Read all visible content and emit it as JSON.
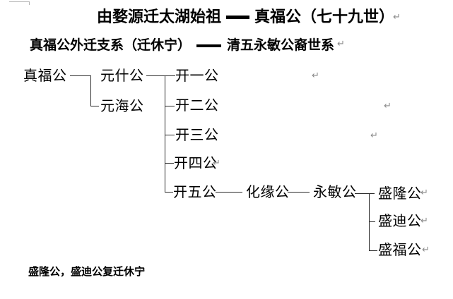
{
  "title": {
    "left": "由婺源迁太湖始祖",
    "right": "真福公（七十九世）"
  },
  "subtitle": {
    "left": "真福公外迁支系（迁休宁）",
    "right": "清五永敏公裔世系"
  },
  "footnote": "盛隆公，盛迪公复迁休宁",
  "tree": {
    "nodes": [
      {
        "label": "真福公"
      },
      {
        "label": "元什公"
      },
      {
        "label": "元海公"
      },
      {
        "label": "开一公"
      },
      {
        "label": "开二公"
      },
      {
        "label": "开三公"
      },
      {
        "label": "开四公"
      },
      {
        "label": "开五公"
      },
      {
        "label": "化缘公"
      },
      {
        "label": "永敏公"
      },
      {
        "label": "盛隆公"
      },
      {
        "label": "盛迪公"
      },
      {
        "label": "盛福公"
      }
    ],
    "relations": [
      {
        "parent": "真福公",
        "children": [
          "元什公",
          "元海公"
        ]
      },
      {
        "parent": "元什公",
        "children": [
          "开一公",
          "开二公",
          "开三公",
          "开四公",
          "开五公"
        ]
      },
      {
        "parent": "开五公",
        "children": [
          "化缘公"
        ]
      },
      {
        "parent": "化缘公",
        "children": [
          "永敏公"
        ]
      },
      {
        "parent": "永敏公",
        "children": [
          "盛隆公",
          "盛迪公",
          "盛福公"
        ]
      }
    ]
  },
  "marks": {
    "pilcrow_glyph": "↵"
  },
  "colors": {
    "text": "#000000",
    "line": "#2b2b2b",
    "pilcrow": "#8a8a8a",
    "boundary_mark": "#b3b3b3"
  }
}
